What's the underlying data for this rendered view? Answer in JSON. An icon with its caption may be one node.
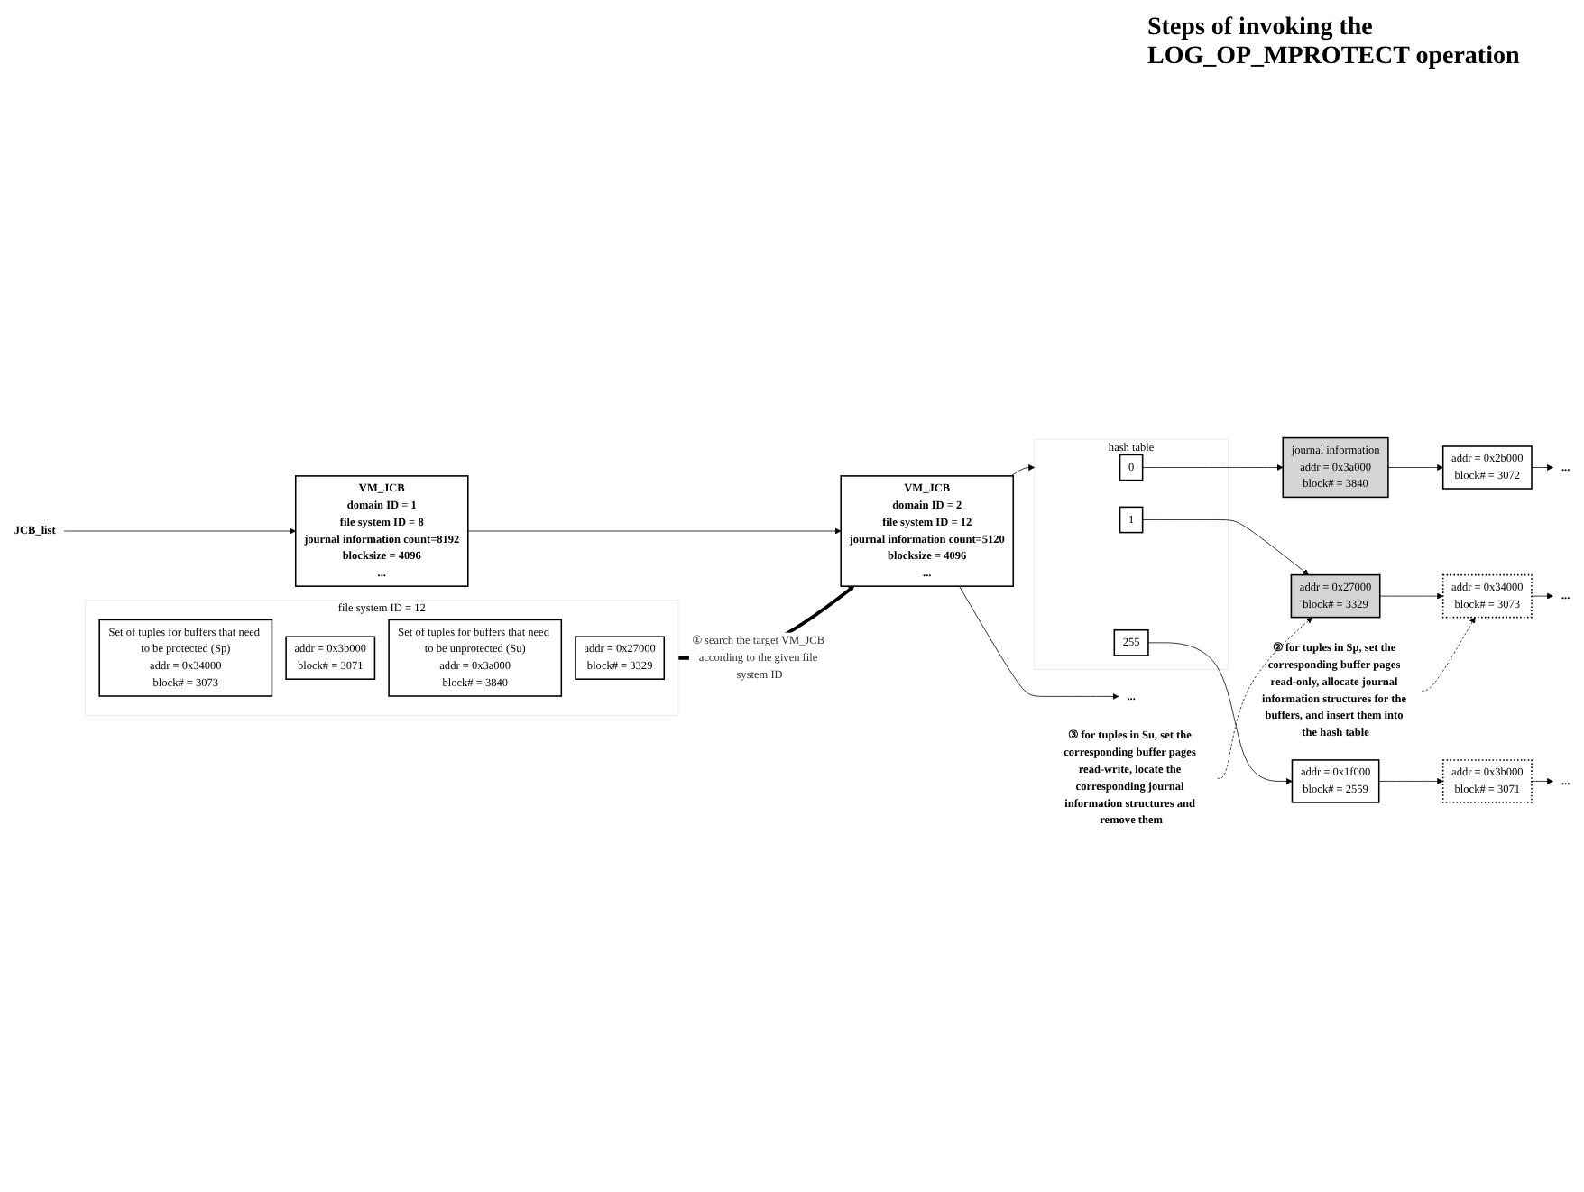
{
  "diagram": {
    "title": "Steps of invoking the LOG_OP_MPROTECT operation",
    "nodes": [
      {
        "text": [
          "file system ID = 12"
        ]
      },
      {
        "text": [
          "Set of tuples for buffers that need to be protected (Sp)",
          "addr = 0x34000",
          "block# = 3073"
        ],
        "in": 0
      },
      {
        "text": [
          "addr = 0x3b000",
          "block# = 3071"
        ],
        "in": 0
      },
      {
        "text": [
          "Set of tuples for buffers that need to be unprotected (Su)",
          "addr = 0x3a000",
          "block# = 3840"
        ],
        "in": 0
      },
      {
        "text": [
          "addr = 0x27000",
          "block# = 3329"
        ],
        "in": 0
      },
      {
        "text": [
          "JCB_list"
        ]
      },
      {
        "text": [
          "VM_JCB",
          "domain ID = 1",
          "file system ID = 8",
          "journal information count=8192",
          "blocksize = 4096",
          "..."
        ]
      },
      {
        "text": [
          "VM_JCB",
          "domain ID = 2",
          "file system ID = 12",
          "journal information count=5120",
          "blocksize = 4096",
          "..."
        ]
      },
      {
        "text": [
          "..."
        ]
      },
      {
        "text": [
          "hash table"
        ]
      },
      {
        "text": [
          "0"
        ],
        "in": 9
      },
      {
        "text": [
          "1"
        ],
        "in": 9
      },
      {
        "text": [
          "255"
        ],
        "in": 9
      },
      {
        "text": [
          "journal information",
          "addr = 0x3a000",
          "block# = 3840"
        ]
      },
      {
        "text": [
          "addr = 0x2b000",
          "block# = 3072"
        ]
      },
      {
        "text": [
          "addr = 0x27000",
          "block# = 3329"
        ]
      },
      {
        "text": [
          "addr = 0x34000",
          "block# = 3073"
        ]
      },
      {
        "text": [
          "addr = 0x1f000",
          "block# = 2559"
        ]
      },
      {
        "text": [
          "addr = 0x3b000",
          "block# = 3071"
        ]
      },
      {
        "text": [
          "..."
        ]
      },
      {
        "text": [
          "..."
        ]
      },
      {
        "text": [
          "..."
        ]
      },
      {
        "text": [
          "② for tuples in Sp, set the corresponding buffer pages read-only, allocate journal information structures for the buffers, and insert them into the hash table"
        ]
      },
      {
        "text": [
          "③ for tuples in Su, set the corresponding buffer pages read-write, locate the corresponding journal information structures and remove them"
        ]
      }
    ],
    "edges": [
      {
        "from": 0,
        "to": 7,
        "arrow": "to",
        "style": "thick",
        "label": "① search the target VM_JCB according to the given file system ID"
      },
      {
        "from": 5,
        "to": 6,
        "arrow": "to"
      },
      {
        "from": 6,
        "to": 7,
        "arrow": "to"
      },
      {
        "from": 7,
        "to": 8,
        "arrow": "to"
      },
      {
        "from": 7,
        "to": 9,
        "arrow": "to"
      },
      {
        "from": 10,
        "to": 13,
        "arrow": "to"
      },
      {
        "from": 13,
        "to": 14,
        "arrow": "to"
      },
      {
        "from": 14,
        "to": 19,
        "arrow": "to"
      },
      {
        "from": 11,
        "to": 15,
        "arrow": "to"
      },
      {
        "from": 15,
        "to": 16,
        "arrow": "to"
      },
      {
        "from": 16,
        "to": 20,
        "arrow": "to"
      },
      {
        "from": 12,
        "to": 17,
        "arrow": "to"
      },
      {
        "from": 17,
        "to": 18,
        "arrow": "to"
      },
      {
        "from": 18,
        "to": 21,
        "arrow": "to"
      },
      {
        "from": 22,
        "to": 16,
        "arrow": "to",
        "style": "dashed"
      },
      {
        "from": 23,
        "to": 15,
        "arrow": "to",
        "style": "dashed"
      }
    ]
  }
}
